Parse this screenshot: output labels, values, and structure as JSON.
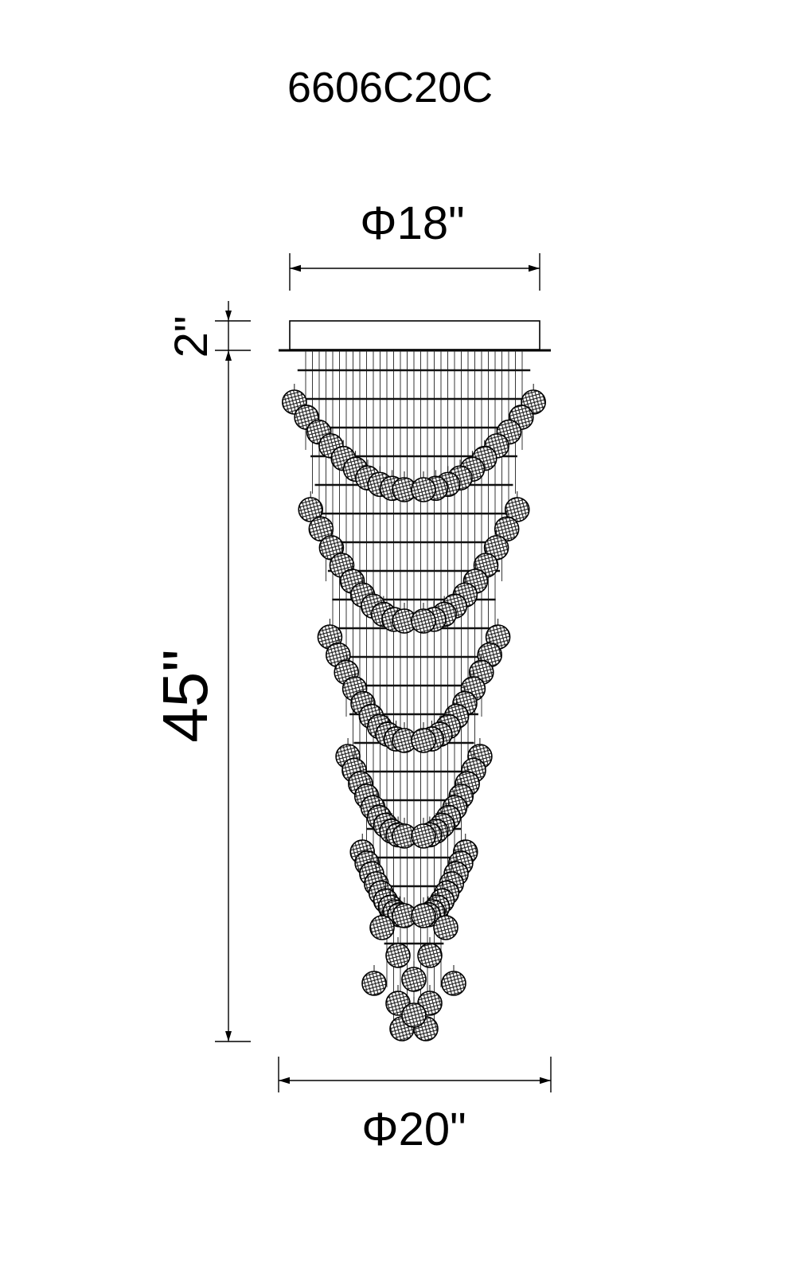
{
  "model_number": "6606C20C",
  "dimensions": {
    "canopy_diameter": "Φ18\"",
    "canopy_height": "2\"",
    "body_height": "45\"",
    "bottom_diameter": "Φ20\""
  },
  "colors": {
    "ink": "#000000",
    "background": "#ffffff"
  }
}
